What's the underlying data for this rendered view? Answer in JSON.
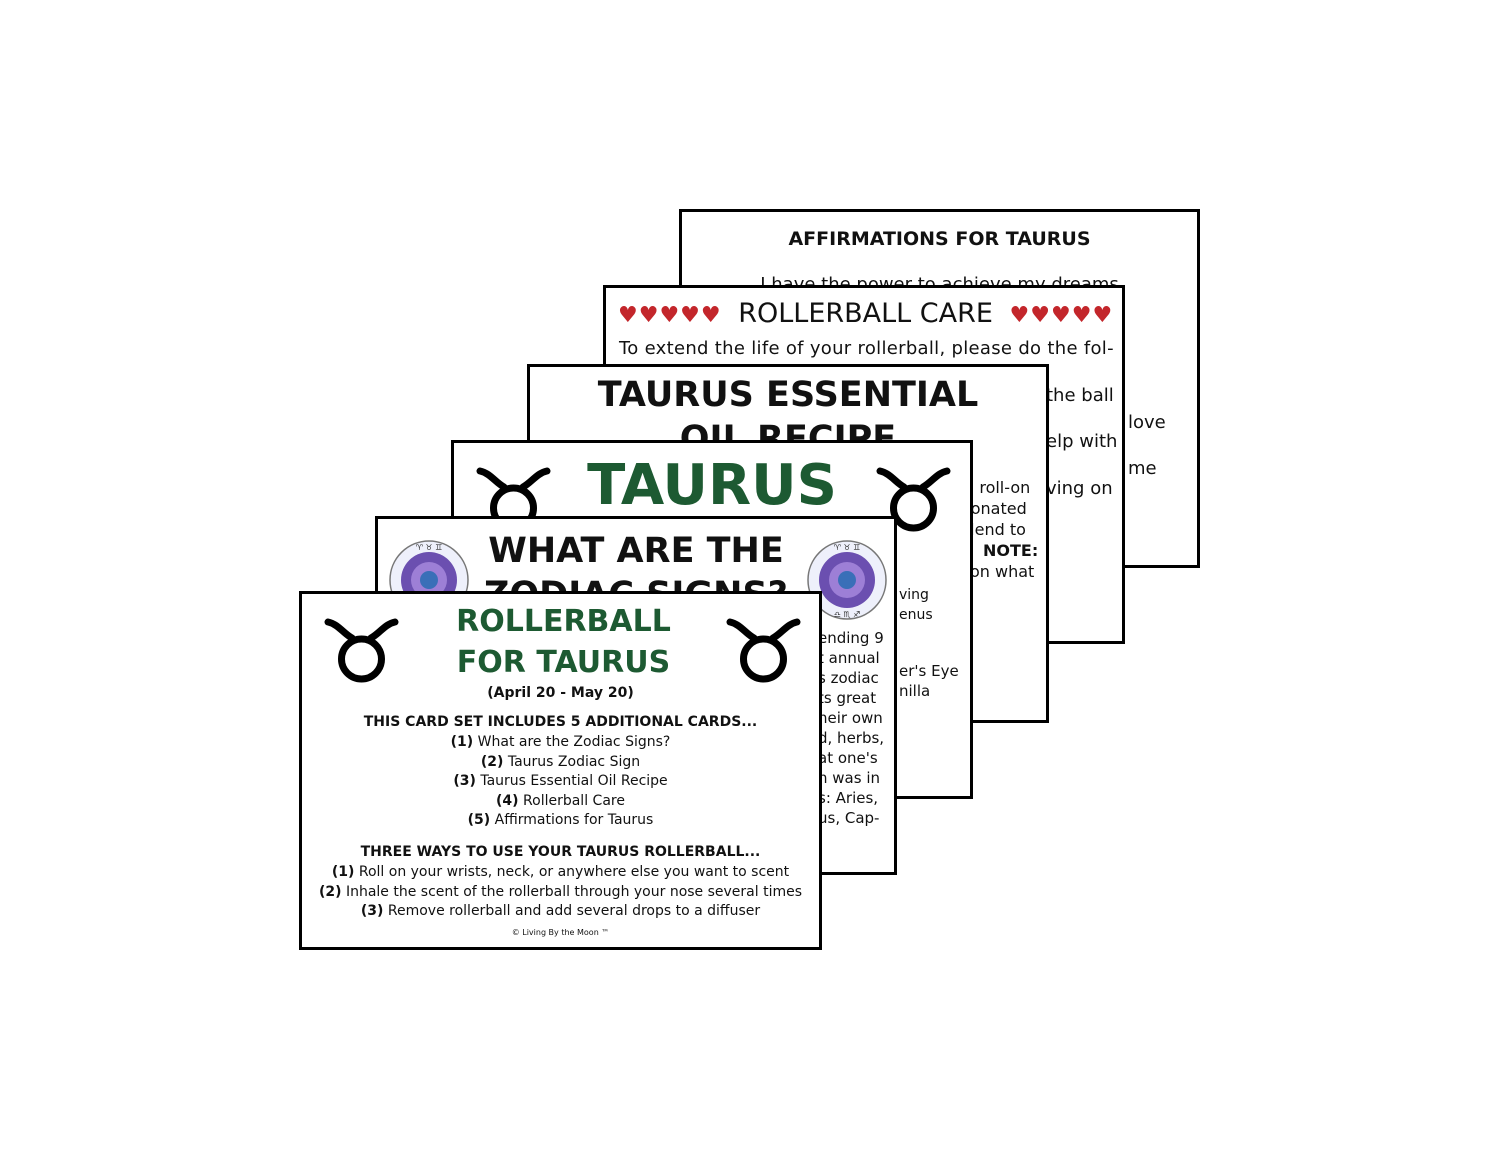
{
  "card_affirmations": {
    "title": "AFFIRMATIONS FOR TAURUS",
    "line1": "I have the power to achieve my dreams"
  },
  "card_care": {
    "hearts_left": "♥♥♥♥♥",
    "title": "ROLLERBALL CARE",
    "hearts_right": "♥♥♥♥♥",
    "intro": "To extend the life of your rollerball, please do the fol-",
    "peek": [
      "love",
      "me"
    ]
  },
  "card_recipe": {
    "title_line1": "TAURUS ESSENTIAL",
    "title_line2": "OIL RECIPE",
    "peek": [
      "the ball",
      "elp with",
      "ving on",
      "al roll-on",
      "tionated",
      "blend to",
      "NOTE:",
      "on what"
    ]
  },
  "card_sign": {
    "title": "TAURUS",
    "peek": [
      "ving",
      "enus",
      "er's Eye",
      "nilla"
    ]
  },
  "card_zodiac": {
    "title_line1": "WHAT ARE THE",
    "title_line2": "ZODIAC SIGNS?",
    "peek": [
      "ending 9",
      "t annual",
      "s zodiac",
      "ts great",
      "heir own",
      "d, herbs,",
      "at one's",
      "n was in",
      "s: Aries,",
      "us, Cap-"
    ]
  },
  "card_main": {
    "title_line1": "ROLLERBALL",
    "title_line2": "FOR TAURUS",
    "dates": "(April 20 - May 20)",
    "includes_heading": "THIS CARD SET INCLUDES 5 ADDITIONAL CARDS...",
    "includes": [
      {
        "num": "(1)",
        "text": "What are the Zodiac Signs?"
      },
      {
        "num": "(2)",
        "text": "Taurus Zodiac Sign"
      },
      {
        "num": "(3)",
        "text": "Taurus Essential Oil Recipe"
      },
      {
        "num": "(4)",
        "text": "Rollerball Care"
      },
      {
        "num": "(5)",
        "text": "Affirmations for Taurus"
      }
    ],
    "ways_heading": "THREE WAYS TO USE YOUR TAURUS ROLLERBALL...",
    "ways": [
      {
        "num": "(1)",
        "text": "Roll on your wrists, neck, or anywhere else you want to scent"
      },
      {
        "num": "(2)",
        "text": "Inhale the scent of the rollerball through your nose several times"
      },
      {
        "num": "(3)",
        "text": "Remove rollerball and add several drops to a diffuser"
      }
    ],
    "copyright": "© Living By the Moon ™"
  },
  "colors": {
    "green": "#1d5a32",
    "heart_red": "#c3262b",
    "border": "#000000"
  }
}
